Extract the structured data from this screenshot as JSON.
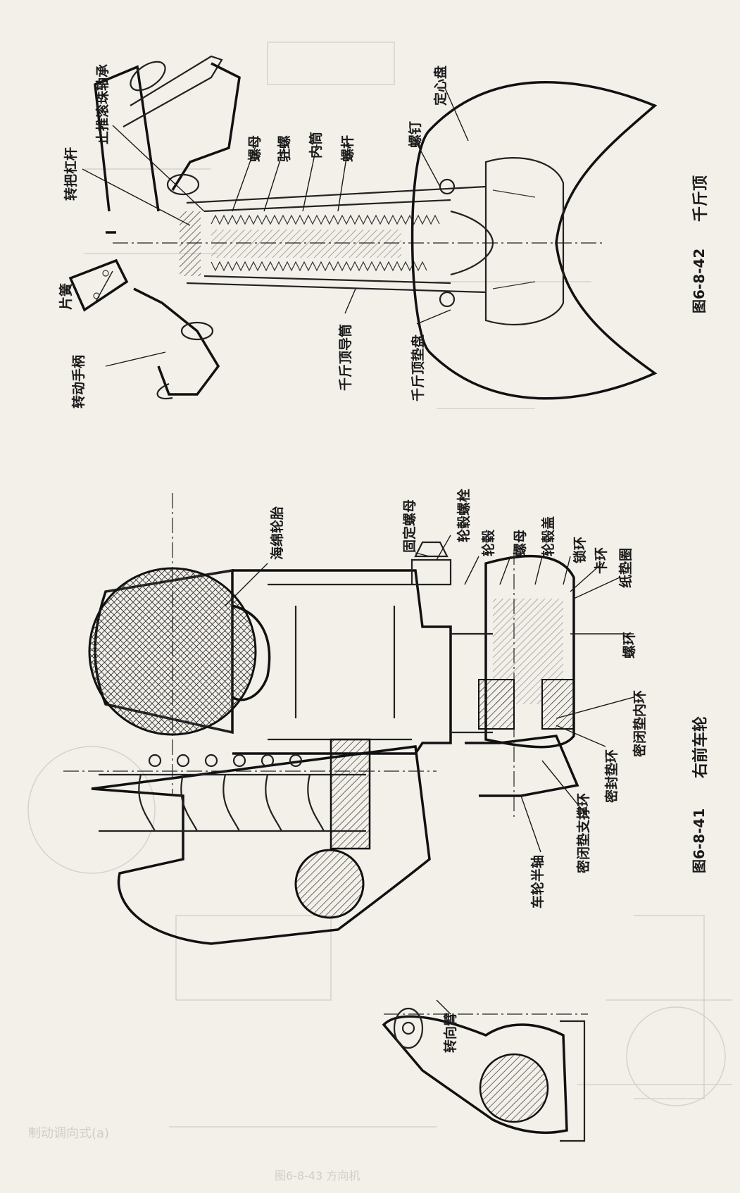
{
  "figure_42": {
    "number": "图6-8-42",
    "title": "千斤顶",
    "labels": {
      "pian_huang": "片簧",
      "zhuan_ba_gang_gan": "转把杠杆",
      "zhi_tui_qiu_zhou_cheng": "止推滚珠轴承",
      "luo_mu": "螺母",
      "zhu_luo": "驻螺",
      "nei_tong": "内筒",
      "luo_gan": "螺杆",
      "luo_ding": "螺钉",
      "ding_xin_pan": "定心盘",
      "zhuan_dong_shou_bing": "转动手柄",
      "qian_jin_ding_wai_tong": "千斤顶导筒",
      "qian_jin_ding_dian_pan": "千斤顶垫盘"
    }
  },
  "figure_41": {
    "number": "图6-8-41",
    "title": "右前车轮",
    "labels": {
      "hai_mian_lun_tai": "海绵轮胎",
      "gu_ding_luo_mu": "固定螺母",
      "lun_gu_luo_shuan": "轮毂螺栓",
      "lun_gu": "轮毂",
      "luo_mu": "螺母",
      "lun_gu_gai": "轮毂盖",
      "suo_huan": "锁环",
      "ka_huan": "卡环",
      "zhi_dian_quan": "纸垫圈",
      "luo_huan": "螺环",
      "mi_feng_dian_nei_huan": "密闭垫内环",
      "mi_feng_dian_huan": "密封垫环",
      "mi_bi_dian_zhi_cheng_huan": "密闭垫支撑环",
      "che_lun_ban_zhou": "车轮半轴",
      "zhuan_xiang_bi": "转向臂"
    }
  },
  "colors": {
    "ink": "#1a1a1a",
    "paper": "#f3f0ea",
    "bleed": "#d6d2ca"
  }
}
